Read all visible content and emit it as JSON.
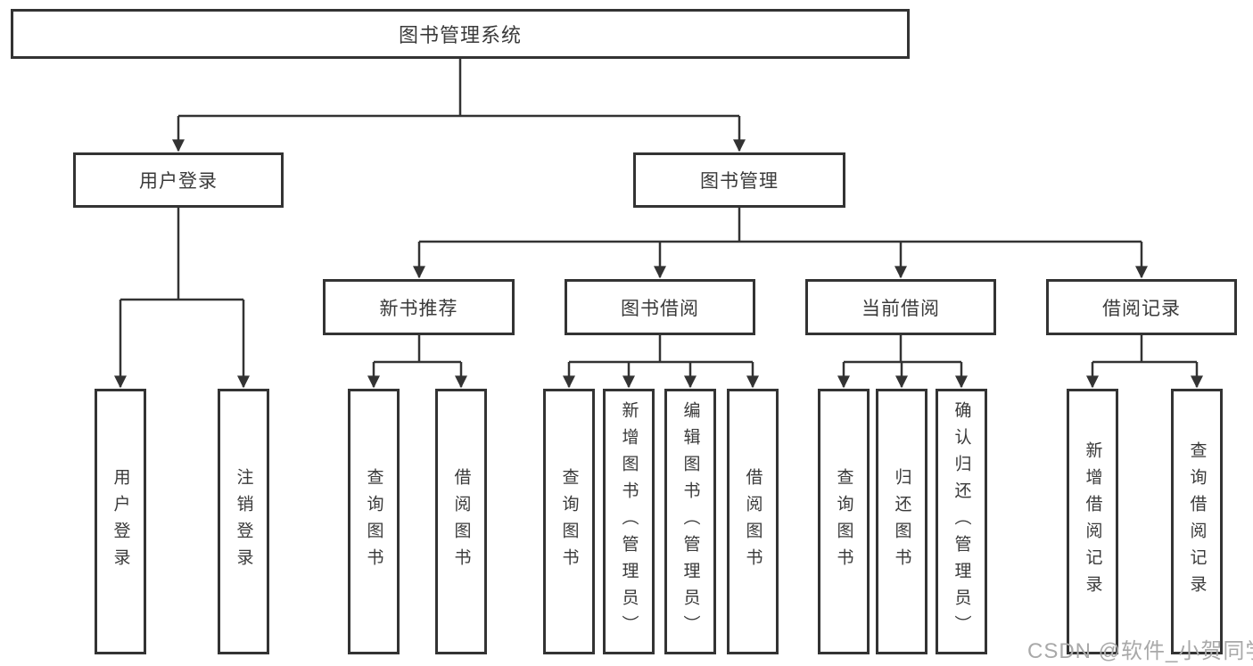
{
  "colors": {
    "background": "#ffffff",
    "node_border": "#333333",
    "connector_line": "#333333",
    "text": "#3a3a3a",
    "watermark_text": "#a9a9a9"
  },
  "tree": {
    "label": "图书管理系统",
    "children": [
      {
        "label": "用户登录",
        "children": [
          {
            "label": "用户登录"
          },
          {
            "label": "注销登录"
          }
        ]
      },
      {
        "label": "图书管理",
        "children": [
          {
            "label": "新书推荐",
            "children": [
              {
                "label": "查询图书"
              },
              {
                "label": "借阅图书"
              }
            ]
          },
          {
            "label": "图书借阅",
            "children": [
              {
                "label": "查询图书"
              },
              {
                "label": "新增图书（管理员）"
              },
              {
                "label": "编辑图书（管理员）"
              },
              {
                "label": "借阅图书"
              }
            ]
          },
          {
            "label": "当前借阅",
            "children": [
              {
                "label": "查询图书"
              },
              {
                "label": "归还图书"
              },
              {
                "label": "确认归还（管理员）"
              }
            ]
          },
          {
            "label": "借阅记录",
            "children": [
              {
                "label": "新增借阅记录"
              },
              {
                "label": "查询借阅记录"
              }
            ]
          }
        ]
      }
    ]
  },
  "watermark": "CSDN @软件_小贺同学"
}
